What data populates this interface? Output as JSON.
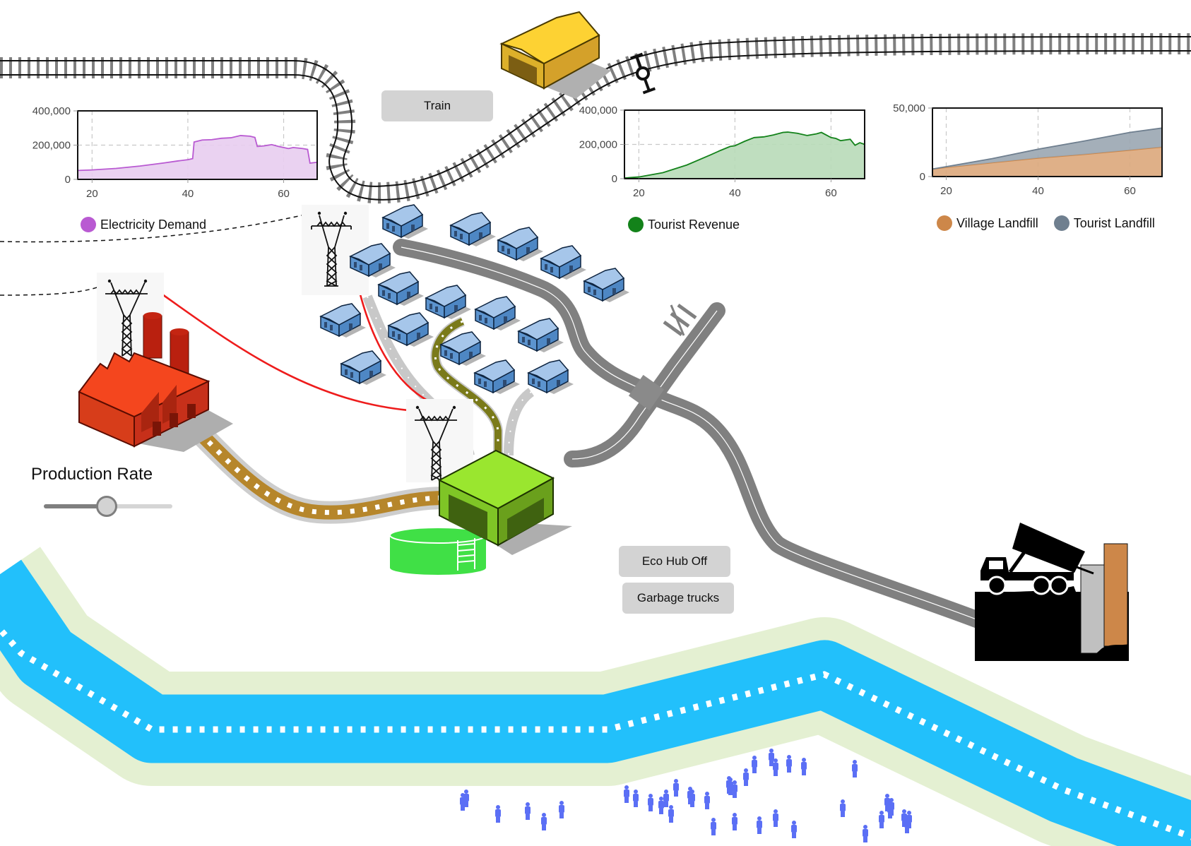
{
  "buttons": {
    "train": "Train",
    "eco_hub": "Eco Hub Off",
    "garbage_trucks": "Garbage trucks"
  },
  "slider": {
    "label": "Production Rate",
    "value_fraction": 0.49
  },
  "colors": {
    "electricity": "#b95ad2",
    "electricity_fill": "#e8cdf0",
    "tourist_revenue": "#13821a",
    "tourist_revenue_fill": "#b8dab8",
    "village_landfill": "#cd8749",
    "village_landfill_fill": "#dba77b",
    "tourist_landfill": "#6f7f8f",
    "tourist_landfill_fill": "#9aa6b1",
    "river": "#22c0fb",
    "riverbank": "#e4f0d2",
    "road": "#808080",
    "factory": "#f4461e",
    "eco_hub": "#9ae62f",
    "barn": "#fcd32f",
    "house": "#6ea3d8",
    "people": "#5b6ff5"
  },
  "icons": {
    "factory": "factory-icon",
    "barn": "barn-icon",
    "eco_hub": "eco-hub-icon",
    "water_tank": "water-tank-icon",
    "pylon": "power-pylon-icon",
    "house": "house-icon",
    "landfill": "landfill-truck-icon",
    "person": "person-icon",
    "rail_signal": "rail-signal-icon"
  },
  "chart_data": [
    {
      "type": "area",
      "title": "",
      "xlabel": "",
      "ylabel": "",
      "xlim": [
        17,
        67
      ],
      "ylim": [
        0,
        400000
      ],
      "x_ticks": [
        "20",
        "40",
        "60"
      ],
      "y_ticks": [
        "0",
        "200,000",
        "400,000"
      ],
      "grid": true,
      "legend": "bottom-left",
      "series": [
        {
          "name": "Electricity Demand",
          "x": [
            17,
            20,
            25,
            30,
            35,
            38,
            40,
            41,
            41.3,
            43,
            45,
            47,
            49,
            51,
            53,
            54,
            54.5,
            56,
            57.5,
            59,
            61,
            62,
            64,
            65,
            65.5,
            67
          ],
          "y": [
            52000,
            55000,
            64000,
            78000,
            96000,
            108000,
            115000,
            121000,
            218000,
            230000,
            232000,
            240000,
            243000,
            256000,
            252000,
            245000,
            192000,
            196000,
            203000,
            192000,
            180000,
            186000,
            180000,
            175000,
            95000,
            100000
          ]
        }
      ]
    },
    {
      "type": "area",
      "title": "",
      "xlabel": "",
      "ylabel": "",
      "xlim": [
        17,
        67
      ],
      "ylim": [
        0,
        400000
      ],
      "x_ticks": [
        "20",
        "40",
        "60"
      ],
      "y_ticks": [
        "0",
        "200,000",
        "400,000"
      ],
      "grid": true,
      "legend": "bottom-left",
      "series": [
        {
          "name": "Tourist Revenue",
          "x": [
            17,
            20,
            25,
            30,
            35,
            37,
            39,
            40,
            42,
            44,
            46,
            48,
            50,
            51,
            53,
            55,
            57,
            58,
            60,
            61,
            62,
            64,
            65,
            66,
            67
          ],
          "y": [
            4000,
            10000,
            35000,
            80000,
            140000,
            165000,
            188000,
            192000,
            218000,
            240000,
            244000,
            255000,
            270000,
            272000,
            265000,
            252000,
            262000,
            270000,
            240000,
            235000,
            222000,
            230000,
            195000,
            210000,
            200000
          ]
        }
      ]
    },
    {
      "type": "area",
      "title": "",
      "xlabel": "",
      "ylabel": "",
      "xlim": [
        17,
        67
      ],
      "ylim": [
        0,
        50000
      ],
      "x_ticks": [
        "20",
        "40",
        "60"
      ],
      "y_ticks": [
        "0",
        "50,000"
      ],
      "grid": true,
      "stacked": true,
      "legend": "bottom",
      "series": [
        {
          "name": "Village Landfill",
          "x": [
            17,
            20,
            30,
            40,
            50,
            60,
            67
          ],
          "y": [
            5500,
            6700,
            10100,
            13500,
            16200,
            19300,
            21500
          ]
        },
        {
          "name": "Tourist Landfill",
          "x": [
            17,
            20,
            30,
            40,
            50,
            60,
            67
          ],
          "y": [
            0,
            500,
            3000,
            6500,
            9700,
            12900,
            13900
          ]
        }
      ]
    }
  ]
}
